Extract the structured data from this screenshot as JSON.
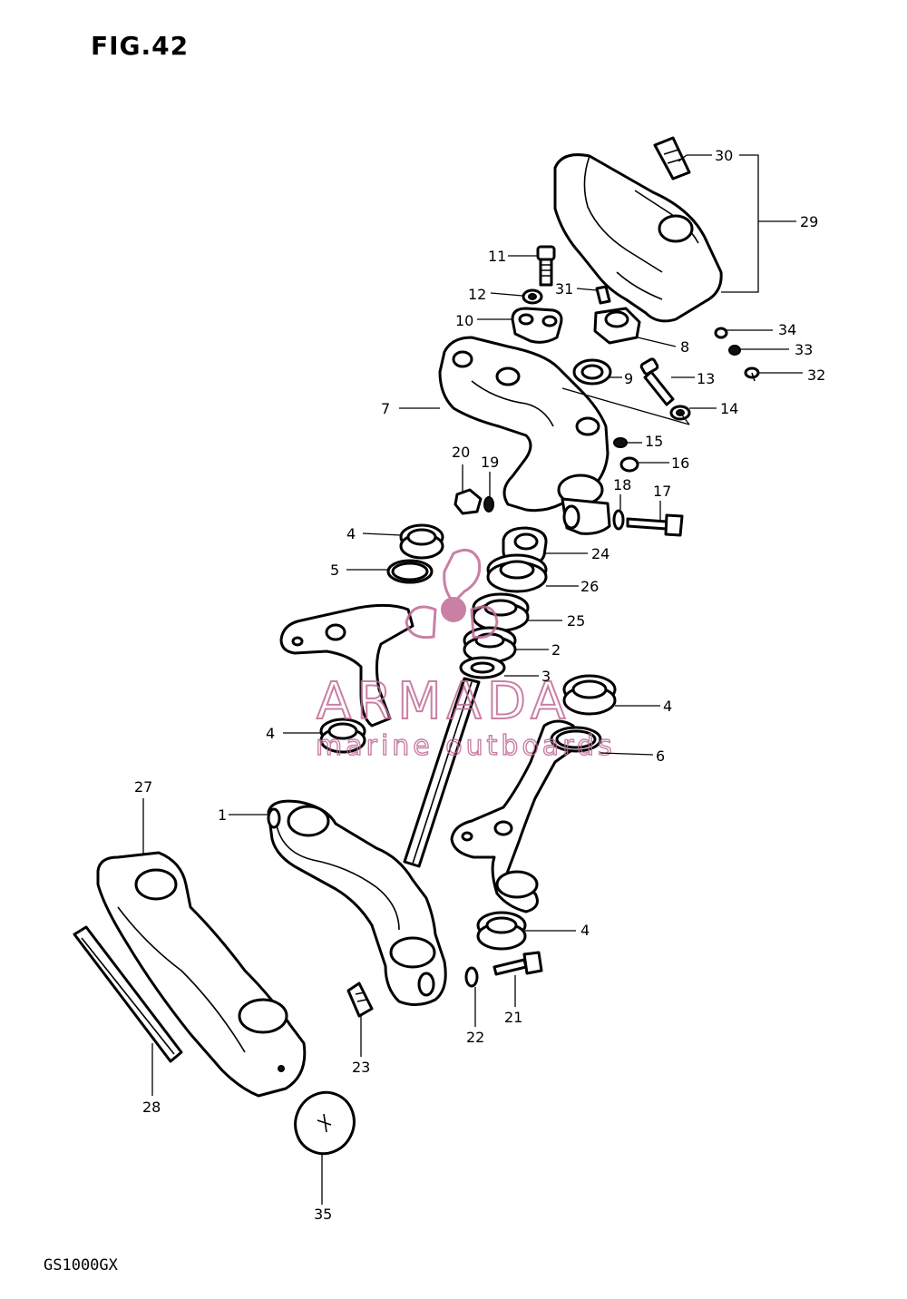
{
  "figure_title": "FIG.42",
  "model_code": "GS1000GX",
  "watermark": {
    "brand": "ARMADA",
    "tagline": "marine outboards",
    "color": "#c06a95"
  },
  "callouts": {
    "p1": "1",
    "p2": "2",
    "p3": "3",
    "p4a": "4",
    "p4b": "4",
    "p4c": "4",
    "p4d": "4",
    "p5": "5",
    "p6": "6",
    "p7": "7",
    "p8": "8",
    "p9": "9",
    "p10": "10",
    "p11": "11",
    "p12": "12",
    "p13": "13",
    "p14": "14",
    "p15": "15",
    "p16": "16",
    "p17": "17",
    "p18": "18",
    "p19": "19",
    "p20": "20",
    "p21": "21",
    "p22": "22",
    "p23": "23",
    "p24": "24",
    "p25": "25",
    "p26": "26",
    "p27": "27",
    "p28": "28",
    "p29": "29",
    "p30": "30",
    "p31": "31",
    "p32": "32",
    "p33": "33",
    "p34": "34",
    "p35": "35"
  }
}
